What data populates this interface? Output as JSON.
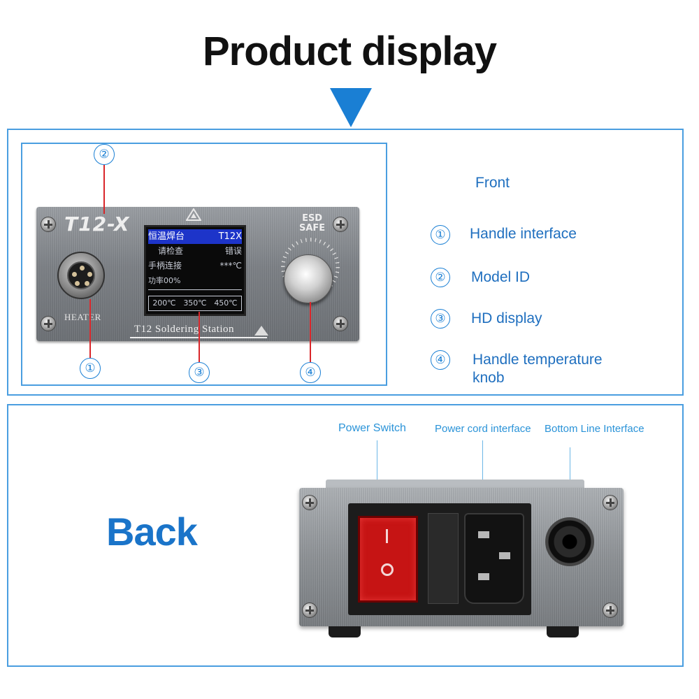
{
  "title": "Product display",
  "front": {
    "section_label": "Front",
    "device": {
      "model_logo": "T12-X",
      "esd_logo_line1": "ESD",
      "esd_logo_line2": "SAFE",
      "connector_label": "HEATER",
      "station_label": "T12 Soldering Station",
      "lcd": {
        "header_left": "恒温焊台",
        "header_right": "T12X",
        "row2_left": "请检查",
        "row2_right": "错误",
        "row3_left": "手柄连接",
        "row3_right": "***℃",
        "row4_left": "功率00%",
        "presets": [
          "200℃",
          "350℃",
          "450℃"
        ]
      }
    },
    "callouts": {
      "n1": "①",
      "n2": "②",
      "n3": "③",
      "n4": "④"
    },
    "legend": [
      {
        "num": "①",
        "text": "Handle interface"
      },
      {
        "num": "②",
        "text": "Model ID"
      },
      {
        "num": "③",
        "text": "HD display"
      },
      {
        "num": "④",
        "text": "Handle temperature knob"
      }
    ]
  },
  "back": {
    "section_label": "Back",
    "callouts": {
      "power_switch": "Power Switch",
      "power_cord": "Power cord interface",
      "bottom_line": "Bottom Line Interface"
    }
  },
  "colors": {
    "accent_blue": "#1a7fd4",
    "callout_red": "#d9262a",
    "switch_red": "#c61414"
  }
}
